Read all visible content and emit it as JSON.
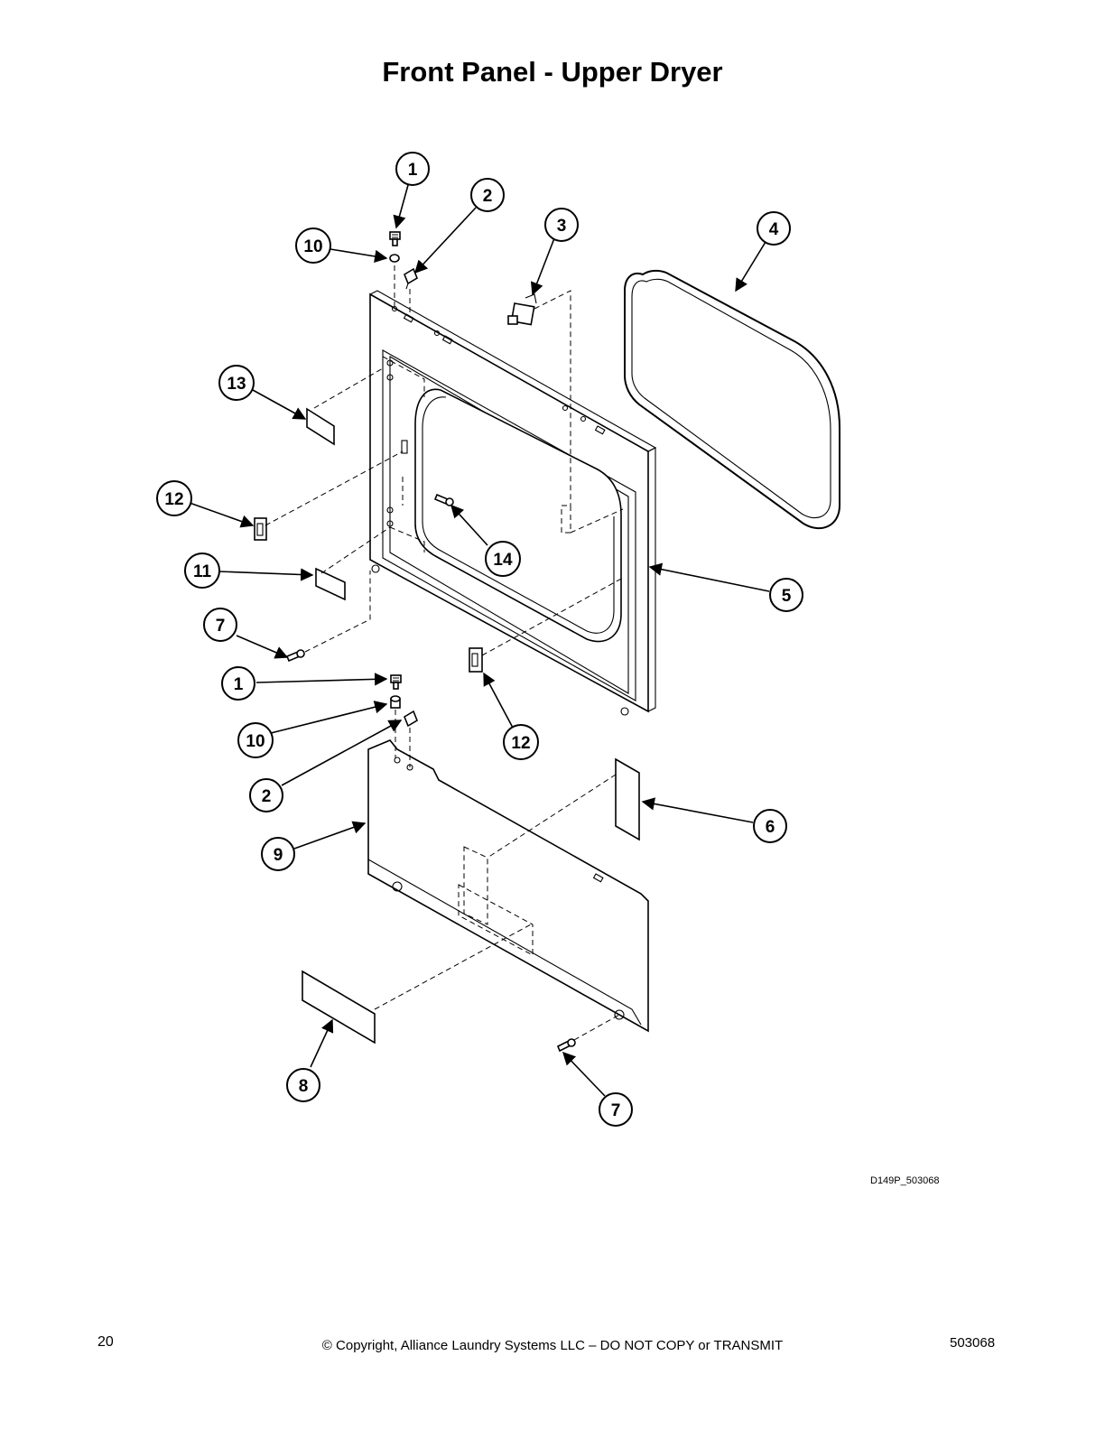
{
  "title": "Front Panel - Upper Dryer",
  "drawing_id": "D149P_503068",
  "footer": {
    "page_number": "20",
    "copyright": "© Copyright, Alliance Laundry Systems LLC – DO NOT COPY or TRANSMIT",
    "doc_number": "503068"
  },
  "callouts": {
    "c1a": "1",
    "c2a": "2",
    "c3": "3",
    "c4": "4",
    "c10a": "10",
    "c13": "13",
    "c12a": "12",
    "c11": "11",
    "c14": "14",
    "c5": "5",
    "c7a": "7",
    "c1b": "1",
    "c10b": "10",
    "c12b": "12",
    "c2b": "2",
    "c6": "6",
    "c9": "9",
    "c8": "8",
    "c7b": "7"
  }
}
